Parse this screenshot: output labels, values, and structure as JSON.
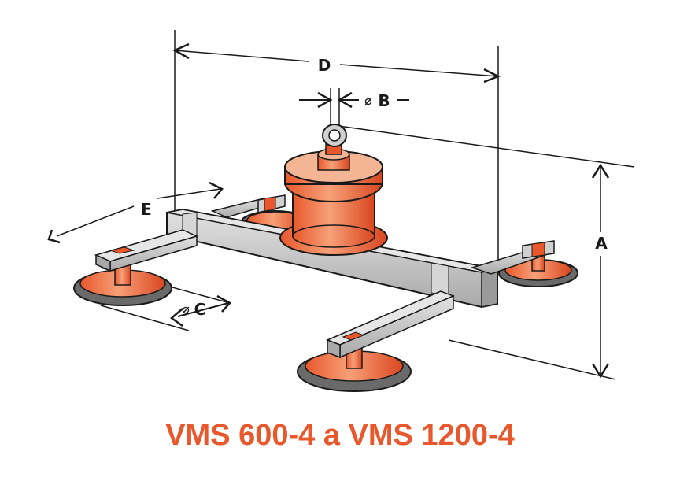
{
  "title": "VMS 600-4 a VMS 1200-4",
  "dimensions": {
    "a": "A",
    "b": "B",
    "c": "C",
    "d": "D",
    "e": "E",
    "diameter_symbol": "⌀"
  },
  "colors": {
    "accent": "#e8582c",
    "orange_light": "#f7a078",
    "orange_dark": "#c8441e",
    "beam": "#c9c9c9",
    "beam_dark": "#8c8c8c",
    "outline": "#1a1a1a"
  }
}
